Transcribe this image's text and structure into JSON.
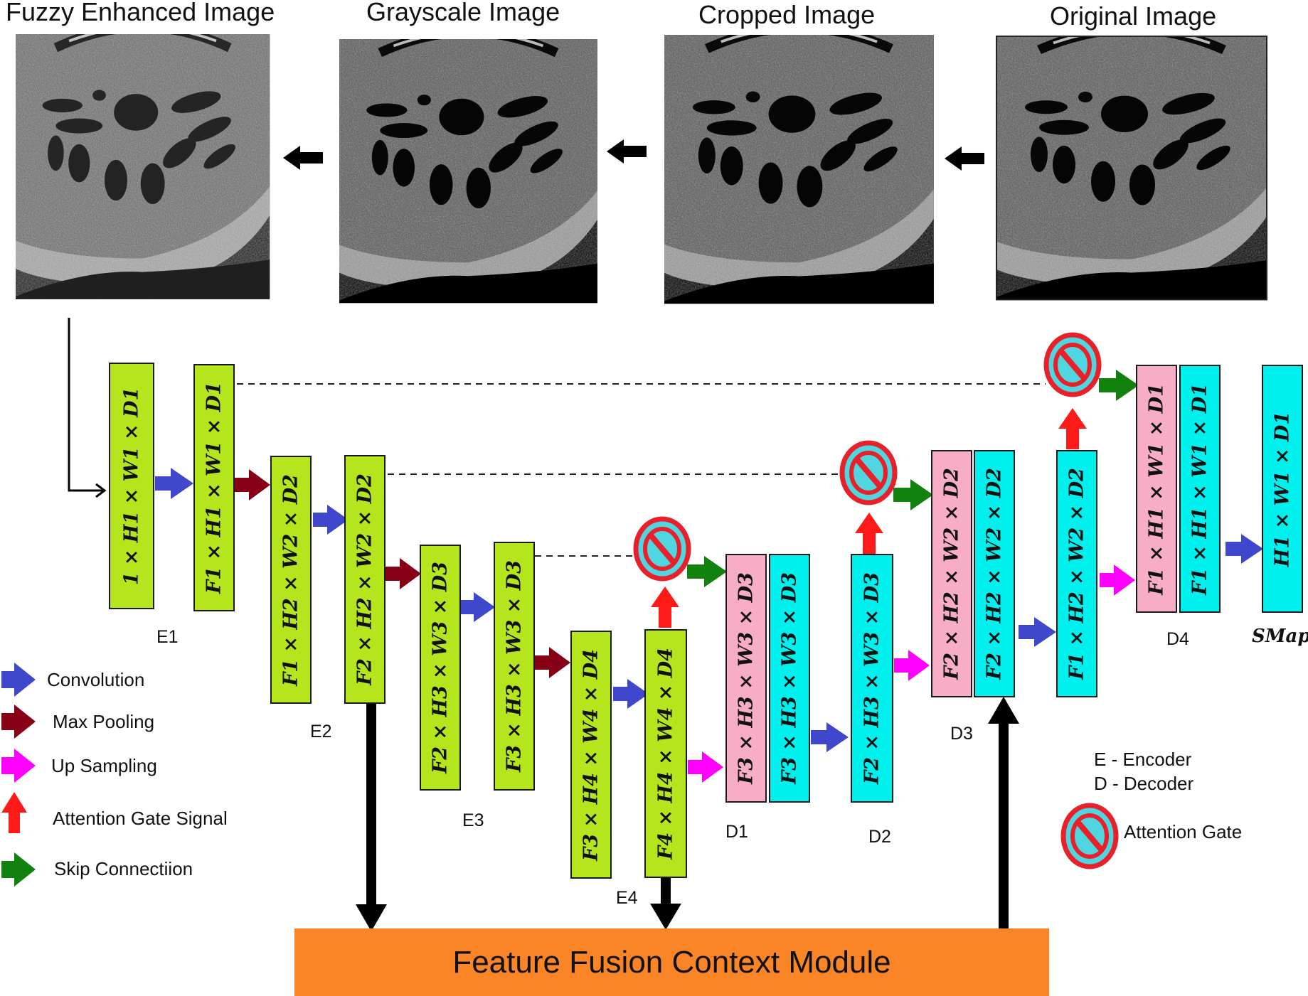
{
  "images": [
    {
      "title": "Fuzzy Enhanced Image",
      "style": "enhanced"
    },
    {
      "title": "Grayscale Image",
      "style": "normal"
    },
    {
      "title": "Cropped Image",
      "style": "normal"
    },
    {
      "title": "Original Image",
      "style": "original"
    }
  ],
  "blocks": [
    {
      "id": "e1a",
      "label": "1 × H1 × W1 × D1",
      "color": "green"
    },
    {
      "id": "e1b",
      "label": "F1 × H1 × W1 × D1",
      "color": "green"
    },
    {
      "id": "e2a",
      "label": "F1 × H2 × W2 × D2",
      "color": "green"
    },
    {
      "id": "e2b",
      "label": "F2 × H2 × W2 × D2",
      "color": "green"
    },
    {
      "id": "e3a",
      "label": "F2 × H3 × W3 × D3",
      "color": "green"
    },
    {
      "id": "e3b",
      "label": "F3 × H3 × W3 × D3",
      "color": "green"
    },
    {
      "id": "e4a",
      "label": "F3 × H4 × W4 × D4",
      "color": "green"
    },
    {
      "id": "e4b",
      "label": "F4 × H4 × W4 × D4",
      "color": "green"
    },
    {
      "id": "d1a",
      "label": "F3 × H3 × W3 × D3",
      "color": "pink"
    },
    {
      "id": "d1b",
      "label": "F3 × H3 × W3 × D3",
      "color": "cyan"
    },
    {
      "id": "d2",
      "label": "F2 × H3 × W3 × D3",
      "color": "cyan"
    },
    {
      "id": "d3a",
      "label": "F2 × H2 × W2 × D2",
      "color": "pink"
    },
    {
      "id": "d3b",
      "label": "F2 × H2 × W2 × D2",
      "color": "cyan"
    },
    {
      "id": "d3c",
      "label": "F1 × H2 × W2 × D2",
      "color": "cyan"
    },
    {
      "id": "d4a",
      "label": "F1 × H1 × W1 × D1",
      "color": "pink"
    },
    {
      "id": "d4b",
      "label": "F1 × H1 × W1 × D1",
      "color": "cyan"
    },
    {
      "id": "smap",
      "label": "H1 × W1 × D1",
      "color": "cyan"
    }
  ],
  "stage_labels": [
    "E1",
    "E2",
    "E3",
    "E4",
    "D1",
    "D2",
    "D3",
    "D4"
  ],
  "output_label": "SMap",
  "legend": {
    "items": [
      {
        "label": "Convolution",
        "icon": "blue-right-arrow",
        "color": "#3f48cc"
      },
      {
        "label": "Max Pooling",
        "icon": "maroon-right-arrow",
        "color": "#880015"
      },
      {
        "label": "Up Sampling",
        "icon": "magenta-right-arrow",
        "color": "#ff00ff"
      },
      {
        "label": "Attention Gate Signal",
        "icon": "red-up-arrow",
        "color": "#ff1a1a"
      },
      {
        "label": "Skip Connectiion",
        "icon": "green-right-arrow",
        "color": "#12820f"
      }
    ],
    "encoder": "E - Encoder",
    "decoder": "D - Decoder",
    "attention_gate": "Attention Gate"
  },
  "module_label": "Feature Fusion Context Module",
  "colors": {
    "encoder_block": "#b5e61d",
    "decoder_pink": "#f7adc5",
    "decoder_cyan": "#00f0ee",
    "module": "#f98527",
    "gate_ring": "#e8202a",
    "gate_fill": "#4fd6e0"
  }
}
